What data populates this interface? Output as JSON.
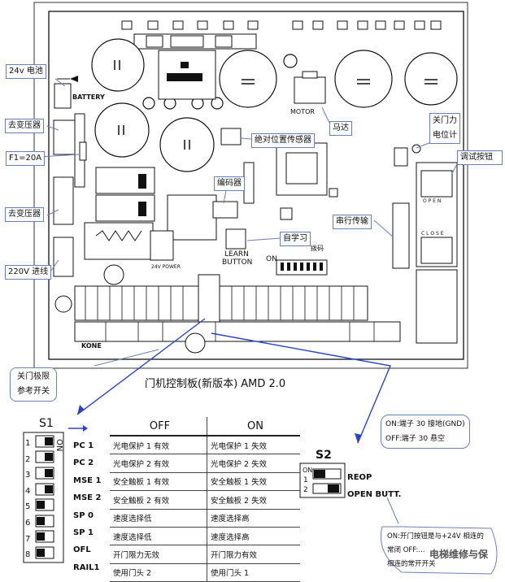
{
  "callouts": {
    "battery": "24v 电池",
    "transformer_top": "去变压器",
    "fuse": "F1=20A",
    "transformer_bottom": "去变压器",
    "line_220v": "220V 进线",
    "motor": "马达",
    "abs_sensor": "绝对位置传感器",
    "encoder": "编码器",
    "self_learn": "自学习",
    "serial": "串行传输",
    "close_force_1": "关门力",
    "close_force_2": "电位计",
    "test_button": "调试按钮",
    "close_limit_1": "关门极限",
    "close_limit_2": "参考开关"
  },
  "board_labels": {
    "battery_mark": "BATTERY",
    "motor_mark": "MOTOR",
    "learn_1": "LEARN",
    "learn_2": "BUTTON",
    "on_mark": "ON",
    "open_mark": "O P E N",
    "close_mark": "C L O S E",
    "kone": "KONE",
    "power_24v": "24V POWER",
    "version_tag": "拨码"
  },
  "title": "门机控制板(新版本) AMD    2.0",
  "s1": {
    "label": "S1",
    "on": "ON",
    "pins": [
      "PC 1",
      "PC 2",
      "MSE 1",
      "MSE 2",
      "SP 0",
      "SP 1",
      "OFL",
      "RAIL1"
    ],
    "numbers": [
      "1",
      "2",
      "3",
      "4",
      "5",
      "6",
      "7",
      "8"
    ]
  },
  "table": {
    "off_header": "OFF",
    "on_header": "ON",
    "rows": [
      [
        "光电保护 1 有效",
        "光电保护 1 失效"
      ],
      [
        "光电保护 2 有效",
        "光电保护 2 失效"
      ],
      [
        "安全触板 1 有效",
        "安全触板 1 失效"
      ],
      [
        "安全触板 2 有效",
        "安全触板 2 失效"
      ],
      [
        "速度选择低",
        "速度选择高"
      ],
      [
        "速度选择低",
        "速度选择高"
      ],
      [
        "开门限力无效",
        "开门限力有效"
      ],
      [
        "使用门头 2",
        "使用门头 1"
      ]
    ]
  },
  "s2": {
    "label": "S2",
    "on": "ON",
    "pins": [
      "REOP",
      "OPEN BUTT."
    ],
    "numbers": [
      "1",
      "2"
    ],
    "note_on": "ON:端子 30 接地(GND)",
    "note_off": "OFF:端子 30 悬空",
    "note2_l1": "ON:开门按钮是与+24V 相连的",
    "note2_l2": "常闭       OFF:...",
    "note2_l3": "相连的常开开关"
  },
  "watermark": "电梯维修与保"
}
